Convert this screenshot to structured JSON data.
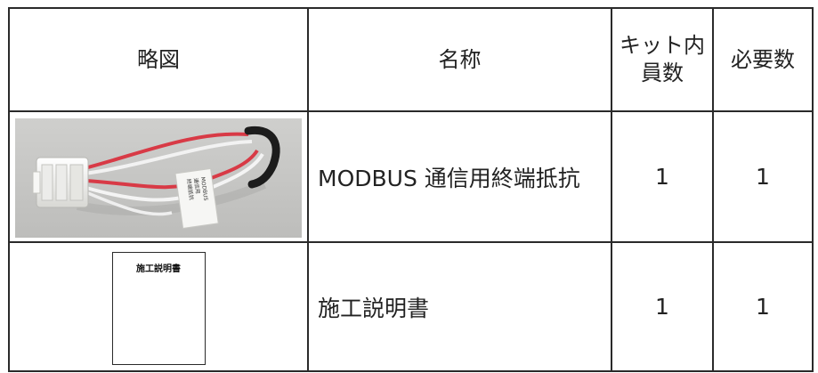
{
  "table": {
    "headers": {
      "sketch": "略図",
      "name": "名称",
      "kit_line1": "キット内",
      "kit_line2": "員数",
      "required": "必要数"
    },
    "rows": [
      {
        "name": "MODBUS 通信用終端抵抗",
        "kit_qty": "1",
        "required_qty": "1",
        "image": "modbus-termination-resistor-cable-photo",
        "tag_lines": [
          "MODBUS",
          "通信用",
          "終端抵抗"
        ]
      },
      {
        "name": "施工説明書",
        "kit_qty": "1",
        "required_qty": "1",
        "image": "installation-manual-sketch",
        "sketch_label": "施工説明書"
      }
    ]
  },
  "colors": {
    "border": "#2a2a2a",
    "text": "#222222",
    "wire_red": "#d83a46",
    "wire_white": "#f2f2f2",
    "heat_shrink": "#1c1c1c",
    "connector": "#f4f4f2",
    "photo_background": "#c9c9c7"
  }
}
